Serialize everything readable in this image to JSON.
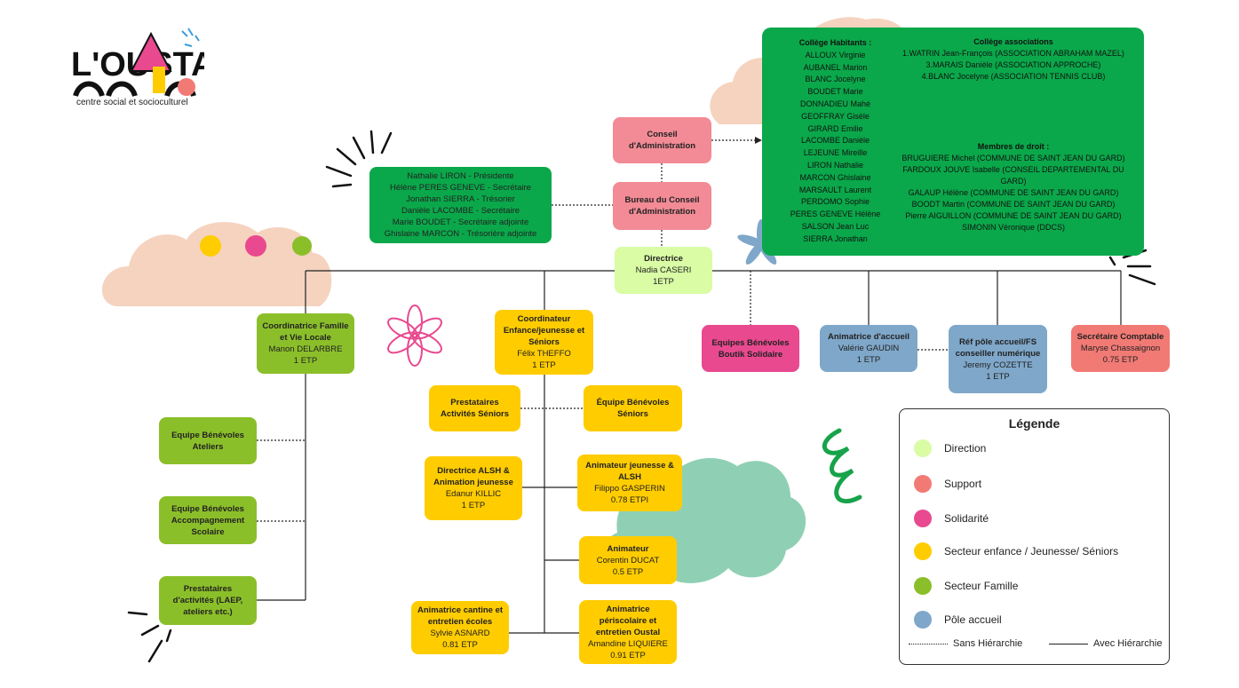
{
  "logo": {
    "title": "L'OUSTAL",
    "subtitle": "centre social et socioculturel"
  },
  "ca": {
    "title": "Conseil d'Administration"
  },
  "bureau_ca": {
    "title": "Bureau du Conseil d'Administration"
  },
  "bureau_members": [
    "Nathalie LIRON - Présidente",
    "Hélène PERES GENEVE - Secrétaire",
    "Jonathan SIERRA - Trésorier",
    "Danièle LACOMBE - Secrétaire",
    "Marie BOUDET - Secrétaire adjointe",
    "Ghislaine MARCON - Trésorière adjointe"
  ],
  "directrice": {
    "title": "Directrice",
    "name": "Nadia CASERI",
    "etp": "1ETP"
  },
  "college_habitants": {
    "title": "Collège Habitants :",
    "members": [
      "ALLOUX Virginie",
      "AUBANEL Marion",
      "BLANC Jocelyne",
      "BOUDET Marie",
      "DONNADIEU Mahé",
      "GEOFFRAY Gisèle",
      "GIRARD Emilie",
      "LACOMBE Danièle",
      "LEJEUNE Mireille",
      "LIRON Nathalie",
      "MARCON Ghislaine",
      "MARSAULT Laurent",
      "PERDOMO Sophie",
      "PERES GENEVE Hélène",
      "SALSON Jean Luc",
      "SIERRA Jonathan"
    ]
  },
  "college_associations": {
    "title": "Collège associations",
    "members": [
      "1.WATRIN Jean-François (ASSOCIATION ABRAHAM MAZEL)",
      "3.MARAIS Danièle (ASSOCIATION APPROCHE)",
      "4.BLANC Jocelyne (ASSOCIATION TENNIS CLUB)"
    ]
  },
  "membres_droit": {
    "title": "Membres de droit :",
    "members": [
      "BRUGUIERE Michel (COMMUNE DE SAINT JEAN DU GARD)",
      "FARDOUX JOUVE Isabelle (CONSEIL DEPARTEMENTAL DU GARD)",
      "GALAUP Hélène (COMMUNE DE SAINT JEAN DU GARD)",
      "BOODT Martin (COMMUNE DE SAINT JEAN DU GARD)",
      "Pierre AIGUILLON (COMMUNE DE SAINT JEAN DU GARD)",
      "SIMONIN Véronique (DDCS)"
    ]
  },
  "coord_famille": {
    "title": "Coordinatrice Famille et Vie Locale",
    "name": "Manon DELARBRE",
    "etp": "1 ETP"
  },
  "coord_enfance": {
    "title": "Coordinateur Enfance/jeunesse et Séniors",
    "name": "Félix THEFFO",
    "etp": "1 ETP"
  },
  "equipes_boutik": {
    "title": "Equipes Bénévoles Boutik Solidaire"
  },
  "animatrice_accueil": {
    "title": "Animatrice d'accueil",
    "name": "Valérie GAUDIN",
    "etp": "1 ETP"
  },
  "ref_pole": {
    "title": "Réf pôle accueil/FS conseiller numérique",
    "name": "Jeremy COZETTE",
    "etp": "1 ETP"
  },
  "secretaire": {
    "title": "Secrétaire Comptable",
    "name": "Maryse Chassaignon",
    "etp": "0.75 ETP"
  },
  "prestataires_seniors": {
    "title": "Prestataires Activités Séniors"
  },
  "equipe_seniors": {
    "title": "Équipe Bénévoles Séniors"
  },
  "equipe_ateliers": {
    "title": "Equipe Bénévoles Ateliers"
  },
  "equipe_scolaire": {
    "title": "Equipe Bénévoles Accompagnement Scolaire"
  },
  "prestataires_activites": {
    "title": "Prestataires d'activités (LAEP, ateliers etc.)"
  },
  "directrice_alsh": {
    "title": "Directrice ALSH & Animation jeunesse",
    "name": "Edanur KILLIC",
    "etp": "1 ETP"
  },
  "animateur_jeunesse": {
    "title": "Animateur jeunesse & ALSH",
    "name": "Filippo GASPERIN",
    "etp": "0.78 ETPI"
  },
  "animateur": {
    "title": "Animateur",
    "name": "Corentin DUCAT",
    "etp": "0.5 ETP"
  },
  "animatrice_cantine": {
    "title": "Animatrice cantine et entretien écoles",
    "name": "Sylvie ASNARD",
    "etp": "0.81 ETP"
  },
  "animatrice_peri": {
    "title": "Animatrice périscolaire et entretien Oustal",
    "name": "Amandine LIQUIERE",
    "etp": "0.91 ETP"
  },
  "legend": {
    "title": "Légende",
    "items": [
      {
        "label": "Direction",
        "color": "#d9fca5"
      },
      {
        "label": "Support",
        "color": "#f27a75"
      },
      {
        "label": "Solidarité",
        "color": "#e8498f"
      },
      {
        "label": "Secteur enfance / Jeunesse/ Séniors",
        "color": "#ffcc00"
      },
      {
        "label": "Secteur Famille",
        "color": "#8bbf2a"
      },
      {
        "label": "Pôle accueil",
        "color": "#7fa7c9"
      }
    ],
    "dotted_label": "Sans Hiérarchie",
    "solid_label": "Avec Hiérarchie"
  }
}
